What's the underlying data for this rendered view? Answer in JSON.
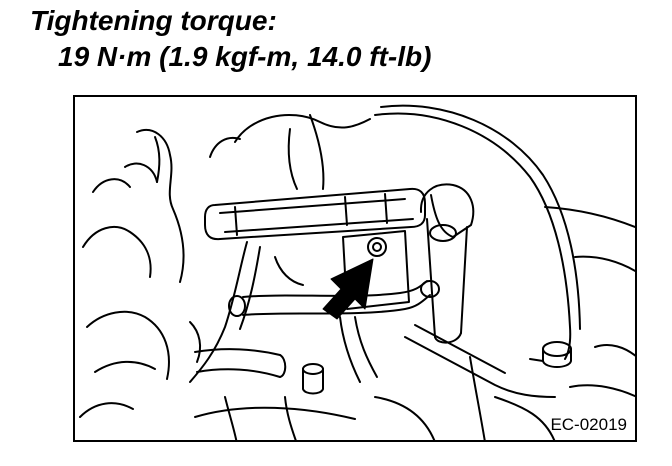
{
  "spec": {
    "title": "Tightening torque:",
    "value": "19 N·m (1.9 kgf-m, 14.0 ft-lb)"
  },
  "figure": {
    "code": "EC-02019",
    "pointer": "arrow-icon"
  },
  "colors": {
    "ink": "#000000",
    "paper": "#ffffff"
  }
}
